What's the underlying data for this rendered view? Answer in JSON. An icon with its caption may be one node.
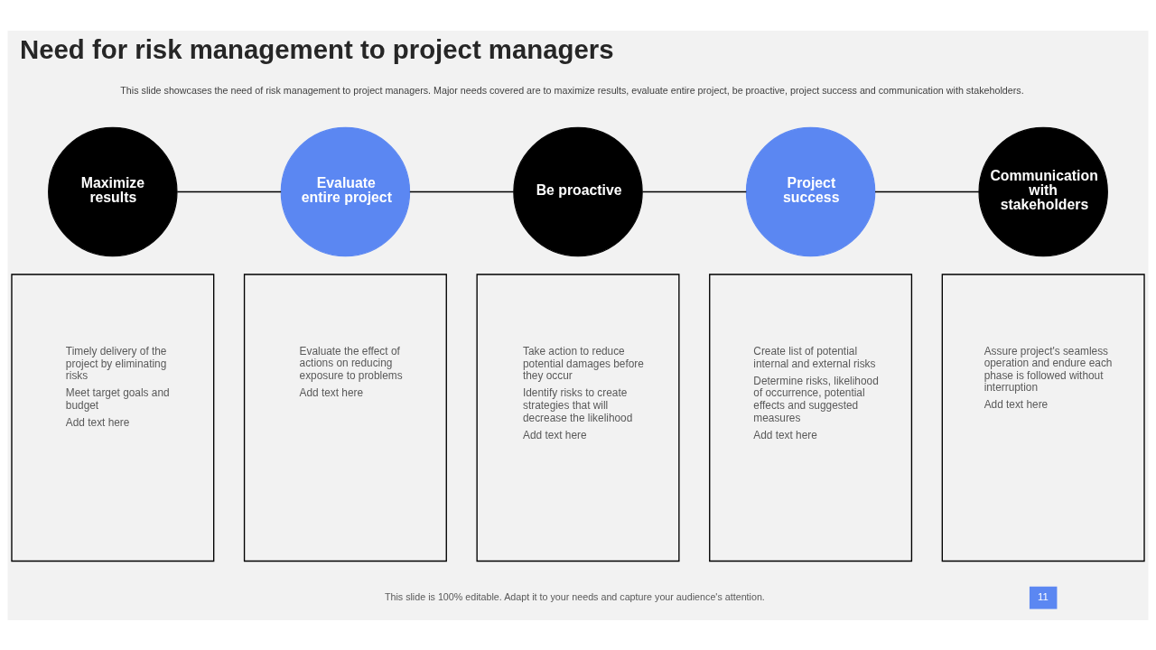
{
  "diagram": {
    "title": "Need for risk management to project managers",
    "nodes": [
      {
        "text": [
          "Maximize results"
        ]
      },
      {
        "text": [
          "Evaluate entire project"
        ]
      },
      {
        "text": [
          "Be proactive"
        ]
      },
      {
        "text": [
          "Project success"
        ]
      },
      {
        "text": [
          "Communication with stakeholders"
        ]
      },
      {
        "text": [
          "Timely delivery of the project by eliminating risks",
          "Meet target goals and budget",
          "Add text here"
        ]
      },
      {
        "text": [
          "Evaluate the effect of actions on reducing exposure to problems",
          "Add text here"
        ]
      },
      {
        "text": [
          "Take action to reduce potential damages before they occur",
          "Identify risks to create strategies that will decrease the likelihood",
          "Add text here"
        ]
      },
      {
        "text": [
          "Create list of potential internal and external risks",
          "Determine risks, likelihood of occurrence, potential effects and suggested measures",
          "Add text here"
        ]
      },
      {
        "text": [
          "Assure project's seamless operation and endure each phase is followed without interruption",
          "Add text here"
        ]
      }
    ],
    "edges": [
      {
        "from": 0,
        "to": 1,
        "arrow": "none"
      },
      {
        "from": 1,
        "to": 2,
        "arrow": "none"
      },
      {
        "from": 2,
        "to": 3,
        "arrow": "none"
      },
      {
        "from": 3,
        "to": 4,
        "arrow": "none"
      }
    ],
    "labels": [
      "This slide showcases the need of risk management to project managers. Major needs covered are to maximize results, evaluate entire project, be proactive, project success and communication with stakeholders.",
      "This slide is 100% editable. Adapt it to your needs and capture your audience's attention.",
      "11"
    ]
  }
}
